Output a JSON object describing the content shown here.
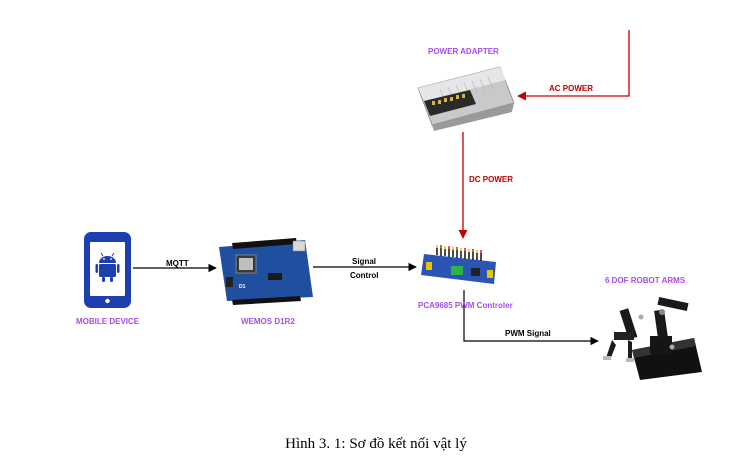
{
  "nodes": {
    "power_adapter": "POWER ADAPTER",
    "mobile_device": "MOBILE DEVICE",
    "wemos": "WEMOS D1R2",
    "pca": "PCA9685 PWM Controler",
    "robot": "6 DOF ROBOT ARMS"
  },
  "edges": {
    "ac_power": "AC POWER",
    "dc_power": "DC POWER",
    "mqtt": "MQTT",
    "signal": "Signal",
    "control": "Control",
    "pwm_signal": "PWM Signal"
  },
  "caption": "Hình 3. 1: Sơ đồ kết nối vật lý",
  "colors": {
    "label_purple": "#a64de8",
    "power_red": "#c00000",
    "phone_blue": "#1e3fb0",
    "board_blue": "#1f4f9e",
    "pca_blue": "#2a55b5"
  }
}
